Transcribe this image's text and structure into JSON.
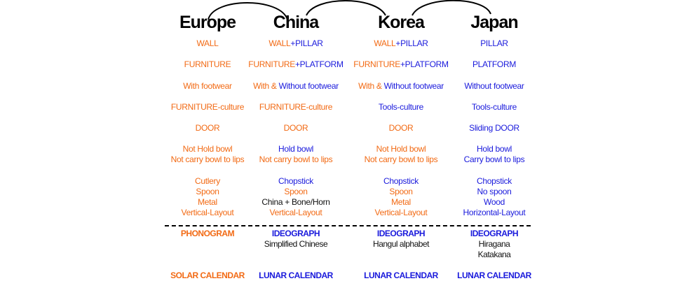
{
  "colors": {
    "orange": "#f26a14",
    "blue": "#1a1adc",
    "black": "#111111"
  },
  "columns": [
    {
      "name": "Europe",
      "rows": [
        [
          [
            {
              "t": "WALL",
              "c": "orange"
            }
          ]
        ],
        [
          [
            {
              "t": "FURNITURE",
              "c": "orange"
            }
          ]
        ],
        [
          [
            {
              "t": "With footwear",
              "c": "orange"
            }
          ]
        ],
        [
          [
            {
              "t": "FURNITURE-culture",
              "c": "orange"
            }
          ]
        ],
        [
          [
            {
              "t": "DOOR",
              "c": "orange"
            }
          ]
        ],
        [
          [
            {
              "t": "Not Hold bowl",
              "c": "orange"
            }
          ],
          [
            {
              "t": "Not carry bowl to lips",
              "c": "orange"
            }
          ]
        ],
        [
          [
            {
              "t": "Cutlery",
              "c": "orange"
            }
          ],
          [
            {
              "t": "Spoon",
              "c": "orange"
            }
          ],
          [
            {
              "t": "Metal",
              "c": "orange"
            }
          ],
          [
            {
              "t": "Vertical-Layout",
              "c": "orange"
            }
          ]
        ]
      ],
      "script": [
        [
          {
            "t": "PHONOGRAM",
            "c": "orange"
          }
        ]
      ],
      "calendar": [
        {
          "t": "SOLAR CALENDAR",
          "c": "orange"
        }
      ]
    },
    {
      "name": "China",
      "rows": [
        [
          [
            {
              "t": "WALL",
              "c": "orange"
            },
            {
              "t": "+PILLAR",
              "c": "blue"
            }
          ]
        ],
        [
          [
            {
              "t": "FURNITURE",
              "c": "orange"
            },
            {
              "t": "+PLATFORM",
              "c": "blue"
            }
          ]
        ],
        [
          [
            {
              "t": "With & ",
              "c": "orange"
            },
            {
              "t": "Without footwear",
              "c": "blue"
            }
          ]
        ],
        [
          [
            {
              "t": "FURNITURE-culture",
              "c": "orange"
            }
          ]
        ],
        [
          [
            {
              "t": "DOOR",
              "c": "orange"
            }
          ]
        ],
        [
          [
            {
              "t": "Hold bowl",
              "c": "blue"
            }
          ],
          [
            {
              "t": "Not carry bowl to lips",
              "c": "orange"
            }
          ]
        ],
        [
          [
            {
              "t": "Chopstick",
              "c": "blue"
            }
          ],
          [
            {
              "t": "Spoon",
              "c": "orange"
            }
          ],
          [
            {
              "t": "China + Bone/Horn",
              "c": "black"
            }
          ],
          [
            {
              "t": "Vertical-Layout",
              "c": "orange"
            }
          ]
        ]
      ],
      "script": [
        [
          {
            "t": "IDEOGRAPH",
            "c": "blue"
          }
        ],
        [
          {
            "t": "Simplified Chinese",
            "c": "black"
          }
        ]
      ],
      "calendar": [
        {
          "t": "LUNAR CALENDAR",
          "c": "blue"
        }
      ]
    },
    {
      "name": "Korea",
      "rows": [
        [
          [
            {
              "t": "WALL",
              "c": "orange"
            },
            {
              "t": "+PILLAR",
              "c": "blue"
            }
          ]
        ],
        [
          [
            {
              "t": "FURNITURE",
              "c": "orange"
            },
            {
              "t": "+PLATFORM",
              "c": "blue"
            }
          ]
        ],
        [
          [
            {
              "t": "With & ",
              "c": "orange"
            },
            {
              "t": "Without footwear",
              "c": "blue"
            }
          ]
        ],
        [
          [
            {
              "t": "Tools-culture",
              "c": "blue"
            }
          ]
        ],
        [
          [
            {
              "t": "DOOR",
              "c": "orange"
            }
          ]
        ],
        [
          [
            {
              "t": "Not Hold bowl",
              "c": "orange"
            }
          ],
          [
            {
              "t": "Not carry bowl to lips",
              "c": "orange"
            }
          ]
        ],
        [
          [
            {
              "t": "Chopstick",
              "c": "blue"
            }
          ],
          [
            {
              "t": "Spoon",
              "c": "orange"
            }
          ],
          [
            {
              "t": "Metal",
              "c": "orange"
            }
          ],
          [
            {
              "t": "Vertical-Layout",
              "c": "orange"
            }
          ]
        ]
      ],
      "script": [
        [
          {
            "t": "IDEOGRAPH",
            "c": "blue"
          }
        ],
        [
          {
            "t": "Hangul alphabet",
            "c": "black"
          }
        ]
      ],
      "calendar": [
        {
          "t": "LUNAR CALENDAR",
          "c": "blue"
        }
      ]
    },
    {
      "name": "Japan",
      "rows": [
        [
          [
            {
              "t": "PILLAR",
              "c": "blue"
            }
          ]
        ],
        [
          [
            {
              "t": "PLATFORM",
              "c": "blue"
            }
          ]
        ],
        [
          [
            {
              "t": "Without footwear",
              "c": "blue"
            }
          ]
        ],
        [
          [
            {
              "t": "Tools-culture",
              "c": "blue"
            }
          ]
        ],
        [
          [
            {
              "t": "Sliding DOOR",
              "c": "blue"
            }
          ]
        ],
        [
          [
            {
              "t": "Hold bowl",
              "c": "blue"
            }
          ],
          [
            {
              "t": "Carry bowl to lips",
              "c": "blue"
            }
          ]
        ],
        [
          [
            {
              "t": "Chopstick",
              "c": "blue"
            }
          ],
          [
            {
              "t": "No spoon",
              "c": "blue"
            }
          ],
          [
            {
              "t": "Wood",
              "c": "blue"
            }
          ],
          [
            {
              "t": "Horizontal-Layout",
              "c": "blue"
            }
          ]
        ]
      ],
      "script": [
        [
          {
            "t": "IDEOGRAPH",
            "c": "blue"
          }
        ],
        [
          {
            "t": "Hiragana",
            "c": "black"
          }
        ],
        [
          {
            "t": "Katakana",
            "c": "black"
          }
        ]
      ],
      "calendar": [
        {
          "t": "LUNAR CALENDAR",
          "c": "blue"
        }
      ]
    }
  ]
}
